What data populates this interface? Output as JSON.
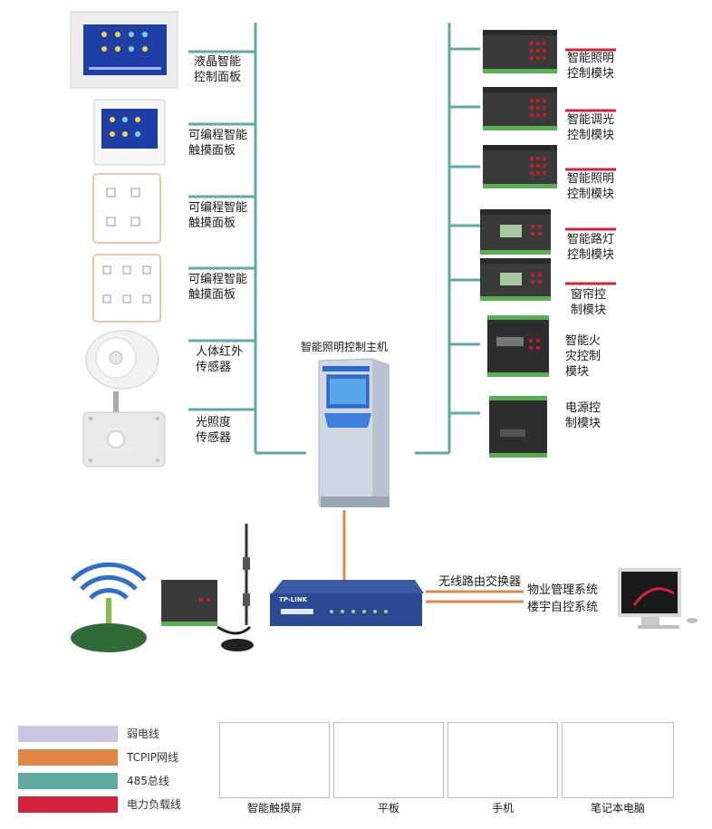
{
  "host": {
    "title": "智能照明控制主机"
  },
  "left_devices": [
    {
      "label_lines": [
        "液晶智能",
        "控制面板"
      ],
      "icon": "lcd-panel-icon"
    },
    {
      "label_lines": [
        "可编程智能",
        "触摸面板"
      ],
      "icon": "touch-panel-icon"
    },
    {
      "label_lines": [
        "可编程智能",
        "触摸面板"
      ],
      "icon": "touch-panel-icon"
    },
    {
      "label_lines": [
        "可编程智能",
        "触摸面板"
      ],
      "icon": "touch-panel-icon"
    },
    {
      "label_lines": [
        "人体红外",
        "传感器"
      ],
      "icon": "pir-sensor-icon"
    },
    {
      "label_lines": [
        "光照度",
        "传感器"
      ],
      "icon": "light-sensor-icon"
    }
  ],
  "right_modules": [
    {
      "label_lines": [
        "智能照明",
        "控制模块"
      ],
      "icon": "din-module-icon",
      "load_line": true
    },
    {
      "label_lines": [
        "智能调光",
        "控制模块"
      ],
      "icon": "din-module-icon",
      "load_line": true
    },
    {
      "label_lines": [
        "智能照明",
        "控制模块"
      ],
      "icon": "din-module-icon",
      "load_line": true
    },
    {
      "label_lines": [
        "智能路灯",
        "控制模块"
      ],
      "icon": "din-module-icon",
      "load_line": true
    },
    {
      "label_lines": [
        "窗帘控",
        "制模块"
      ],
      "icon": "din-module-icon",
      "load_line": true
    },
    {
      "label_lines": [
        "智能火",
        "灾控制",
        "模块"
      ],
      "icon": "fire-module-icon",
      "load_line": false
    },
    {
      "label_lines": [
        "电源控",
        "制模块"
      ],
      "icon": "power-module-icon",
      "load_line": false
    }
  ],
  "network": {
    "router_label": "无线路由交换器",
    "systems": [
      "物业管理系统",
      "楼宇自控系统"
    ],
    "switch_brand": "TP-LINK"
  },
  "legend": [
    {
      "label": "弱电线",
      "color": "#cbc4e0"
    },
    {
      "label": "TCPIP网线",
      "color": "#e08543"
    },
    {
      "label": "485总线",
      "color": "#5fa9a2"
    },
    {
      "label": "电力负载线",
      "color": "#d4213b"
    }
  ],
  "client_devices": [
    {
      "label": "智能触摸屏",
      "icon": "touchscreen-icon"
    },
    {
      "label": "平板",
      "icon": "tablet-icon"
    },
    {
      "label": "手机",
      "icon": "phone-icon"
    },
    {
      "label": "笔记本电脑",
      "icon": "laptop-icon"
    }
  ],
  "colors": {
    "bus_485": "#5fa9a2",
    "tcpip": "#e08543",
    "power_load": "#d4213b",
    "weak_current": "#cbc4e0"
  }
}
